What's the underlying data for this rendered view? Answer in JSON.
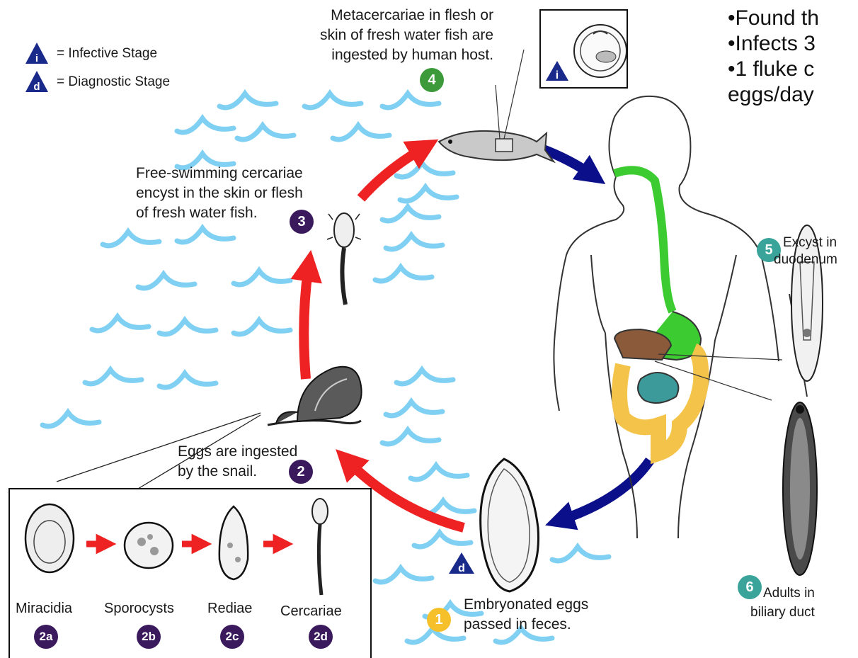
{
  "colors": {
    "wave": "#7fd0f2",
    "red_arrow": "#ee2222",
    "blue_arrow": "#0b0f8a",
    "purple_badge": "#3a1a5c",
    "green_badge": "#3c9a3a",
    "yellow_badge": "#f5c02a",
    "teal_badge": "#3aa39a",
    "legend_triangle": "#1a2a8a",
    "gi_green": "#3ccc32",
    "intestine_yellow": "#f4c44a",
    "intestine_teal": "#3c9a9a",
    "liver_brown": "#8a5a3a"
  },
  "legend": {
    "infective_letter": "i",
    "infective_text": "= Infective Stage",
    "diagnostic_letter": "d",
    "diagnostic_text": "= Diagnostic Stage"
  },
  "bullets": [
    "•Found th",
    "•Infects 3",
    "•1 fluke c",
    "eggs/day"
  ],
  "stages": {
    "s1": {
      "badge": "1",
      "line1": "Embryonated eggs",
      "line2": "passed in feces."
    },
    "s2": {
      "badge": "2",
      "line1": "Eggs are ingested",
      "line2": "by the snail."
    },
    "s3": {
      "badge": "3",
      "line1": "Free-swimming cercariae",
      "line2": "encyst in the skin or flesh",
      "line3": "of fresh water fish."
    },
    "s4": {
      "badge": "4",
      "line1": "Metacercariae in flesh or",
      "line2": "skin of fresh water fish are",
      "line3": "ingested by human host."
    },
    "s5": {
      "badge": "5",
      "line1": "Excyst in",
      "line2": "duodenum"
    },
    "s6": {
      "badge": "6",
      "line1": "Adults in",
      "line2": "biliary duct"
    }
  },
  "substages": [
    {
      "name": "Miracidia",
      "badge": "2a"
    },
    {
      "name": "Sporocysts",
      "badge": "2b"
    },
    {
      "name": "Rediae",
      "badge": "2c"
    },
    {
      "name": "Cercariae",
      "badge": "2d"
    }
  ],
  "inset_icon_letter": "i",
  "egg_icon_letter": "d"
}
